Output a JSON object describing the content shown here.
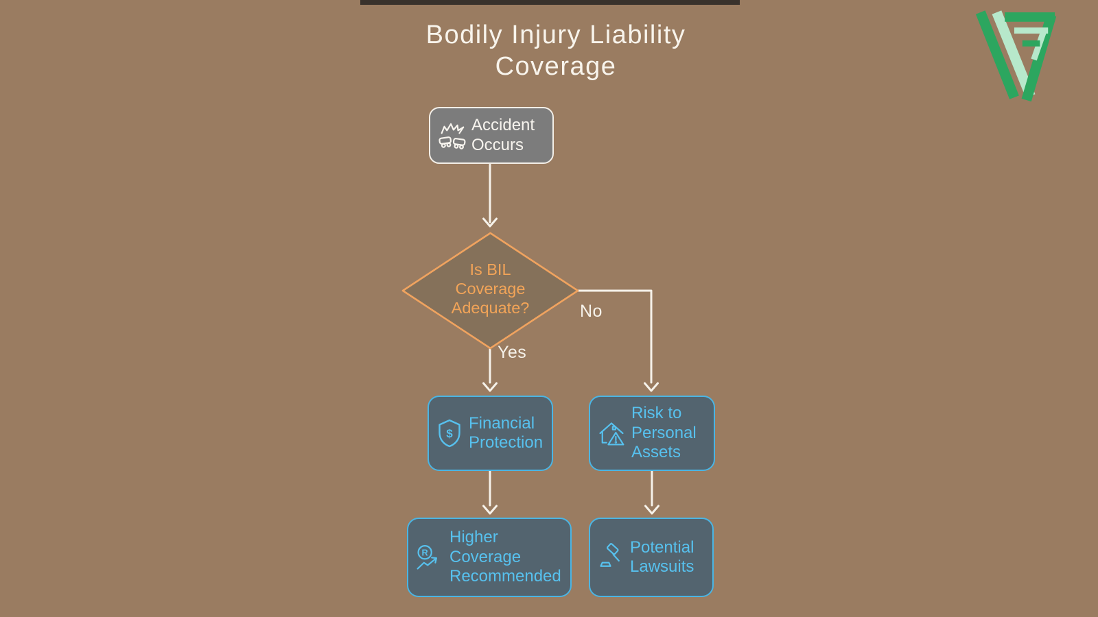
{
  "canvas": {
    "background_color": "#9a7c61",
    "top_accent_bar_color": "#39322c"
  },
  "title": {
    "text": "Bodily Injury Liability\nCoverage",
    "color": "#f8f4ec"
  },
  "logo": {
    "name": "VP monogram logo",
    "dark_green": "#2ca65f",
    "light_green": "#b7e8cb"
  },
  "edge_labels": {
    "yes": "Yes",
    "no": "No"
  },
  "nodes": {
    "accident": {
      "label": "Accident\nOccurs",
      "icon": "car-collision-icon",
      "fill": "#7c7c7c",
      "border": "#f3efe8",
      "text_color": "#f7f4ee"
    },
    "decision": {
      "label": "Is BIL\nCoverage\nAdequate?",
      "fill": "#85715a",
      "border": "#f0a35f",
      "text_color": "#f2a458"
    },
    "financial": {
      "label": "Financial\nProtection",
      "icon": "shield-dollar-icon",
      "fill": "#53646f",
      "border": "#4ab5e4",
      "text_color": "#57c1ee"
    },
    "risk": {
      "label": "Risk to\nPersonal\nAssets",
      "icon": "house-alert-icon",
      "fill": "#53646f",
      "border": "#4ab5e4",
      "text_color": "#57c1ee"
    },
    "higher": {
      "label": "Higher\nCoverage\nRecommended",
      "icon": "registered-trend-up-icon",
      "fill": "#53646f",
      "border": "#4ab5e4",
      "text_color": "#57c1ee"
    },
    "lawsuits": {
      "label": "Potential\nLawsuits",
      "icon": "gavel-icon",
      "fill": "#53646f",
      "border": "#4ab5e4",
      "text_color": "#57c1ee"
    }
  },
  "edges": [
    {
      "from": "accident",
      "to": "decision",
      "label": ""
    },
    {
      "from": "decision",
      "to": "financial",
      "label": "Yes"
    },
    {
      "from": "decision",
      "to": "risk",
      "label": "No"
    },
    {
      "from": "financial",
      "to": "higher",
      "label": ""
    },
    {
      "from": "risk",
      "to": "lawsuits",
      "label": ""
    }
  ],
  "arrow_color": "#f6f2ea"
}
